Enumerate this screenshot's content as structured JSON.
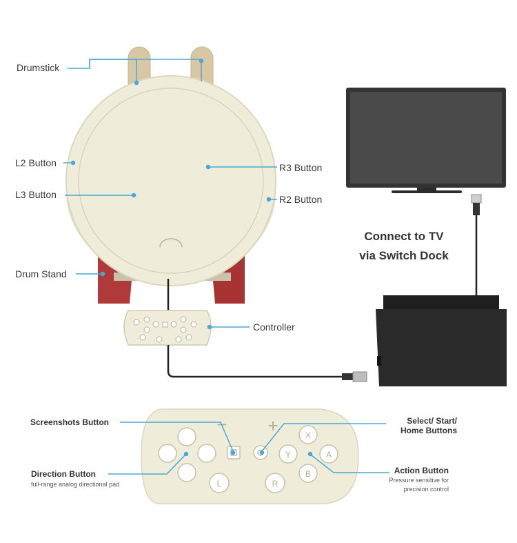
{
  "labels": {
    "drumstick": "Drumstick",
    "l2_button": "L2 Button",
    "l3_button": "L3 Button",
    "r3_button": "R3 Button",
    "r2_button": "R2 Button",
    "drum_stand": "Drum Stand",
    "controller": "Controller"
  },
  "connect": {
    "line1": "Connect to TV",
    "line2": "via Switch Dock"
  },
  "callouts": {
    "screenshots_button": "Screenshots Button",
    "select_start_home_line1": "Select/ Start/",
    "select_start_home_line2": "Home Buttons",
    "direction_button": "Direction Button",
    "direction_desc": "full-range analog directional pad",
    "action_button": "Action Button",
    "action_desc_line1": "Pressure sensitive for",
    "action_desc_line2": "precision control"
  },
  "controller_keys": {
    "minus": "−",
    "plus": "+",
    "x": "X",
    "y": "Y",
    "a": "A",
    "b": "B",
    "l": "L",
    "r": "R"
  },
  "colors": {
    "callout_line": "#4aa8d8",
    "drum_body": "#efecd9",
    "stand": "#b03a3a",
    "drumstick": "#d8c6a4",
    "dock": "#2a2a2a"
  }
}
